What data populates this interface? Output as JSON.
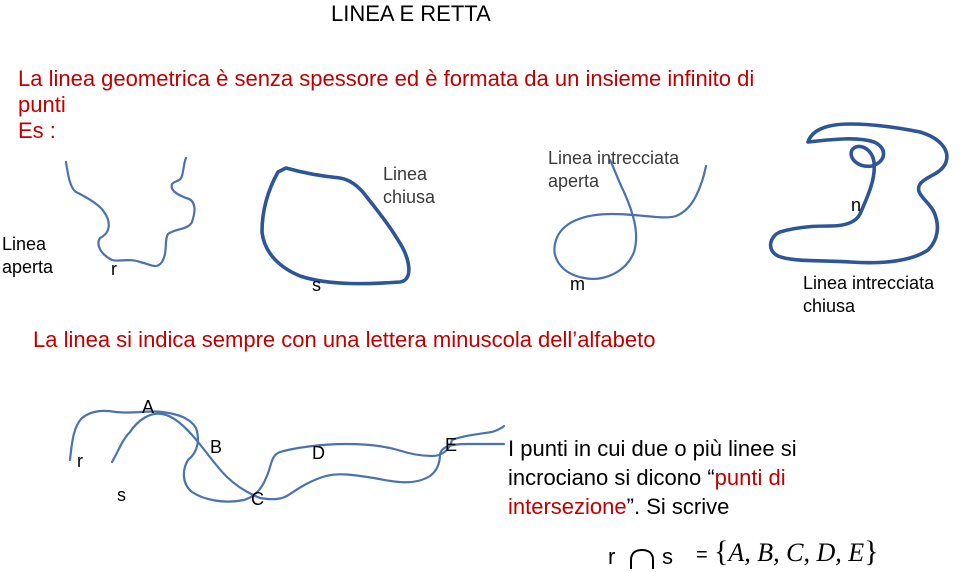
{
  "title": "LINEA E RETTA",
  "intro": {
    "line1": "La linea geometrica è senza spessore ed è formata da un insieme infinito di",
    "line2": "punti",
    "line3": "Es :"
  },
  "examples": {
    "open_line_caption": [
      "Linea",
      "aperta"
    ],
    "open_line_letter": "r",
    "closed_line_caption": [
      "Linea",
      "chiusa"
    ],
    "closed_line_letter": "s",
    "interlaced_open_caption": [
      "Linea intrecciata",
      "aperta"
    ],
    "interlaced_open_letter": "m",
    "interlaced_closed_caption": [
      "Linea intrecciata",
      "chiusa"
    ],
    "interlaced_closed_letter": "n"
  },
  "note": "La linea si indica sempre con una lettera minuscola dell’alfabeto",
  "intersection": {
    "letters": {
      "r": "r",
      "s": "s",
      "A": "A",
      "B": "B",
      "C": "C",
      "D": "D",
      "E": "E"
    },
    "text_line1": "I punti in cui due o più linee si",
    "text_line2_black": "incrociano si dicono “",
    "text_line2_red": "punti di",
    "text_line3_red": "intersezione",
    "text_line3_black": "”. Si scrive"
  },
  "formula": {
    "left": "r",
    "operator_icon": "intersection-symbol",
    "right": "s",
    "equals": "=",
    "open_brace": "{",
    "set": "A, B, C, D, E",
    "close_brace": "}"
  },
  "colors": {
    "accent": "#c00000",
    "curves": "#4a72b0"
  }
}
